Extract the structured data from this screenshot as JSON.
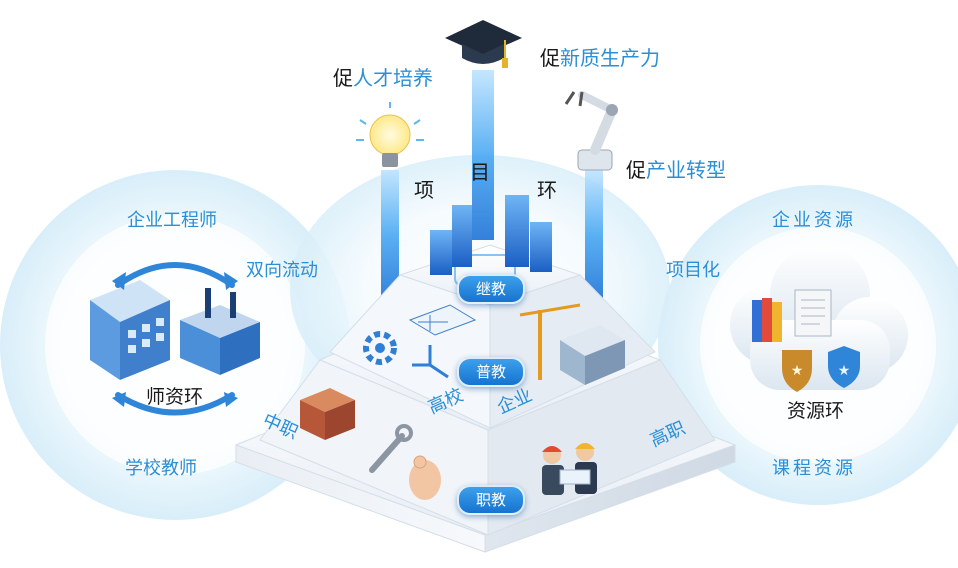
{
  "outcomes": {
    "talent": {
      "prefix": "促",
      "text": "人才培养"
    },
    "productivity": {
      "prefix": "促",
      "text": "新质生产力"
    },
    "industry": {
      "prefix": "促",
      "text": "产业转型"
    }
  },
  "project_ring": {
    "chars": [
      "项",
      "目",
      "环"
    ]
  },
  "levels": {
    "top": "继教",
    "middle": "普教",
    "bottom": "职教"
  },
  "face_labels": {
    "gaoxiao": "高校",
    "qiye": "企业",
    "zhongzhi": "中职",
    "gaozhi": "高职"
  },
  "teacher_ring": {
    "title": "师资环",
    "top": "企业工程师",
    "bottom": "学校教师",
    "link": "双向流动"
  },
  "resource_ring": {
    "title": "资源环",
    "top": "企业资源",
    "bottom": "课程资源",
    "link": "项目化"
  },
  "colors": {
    "accent": "#2b8fd6",
    "pill": "#1e86dc",
    "ring": "#e3f3fb"
  }
}
